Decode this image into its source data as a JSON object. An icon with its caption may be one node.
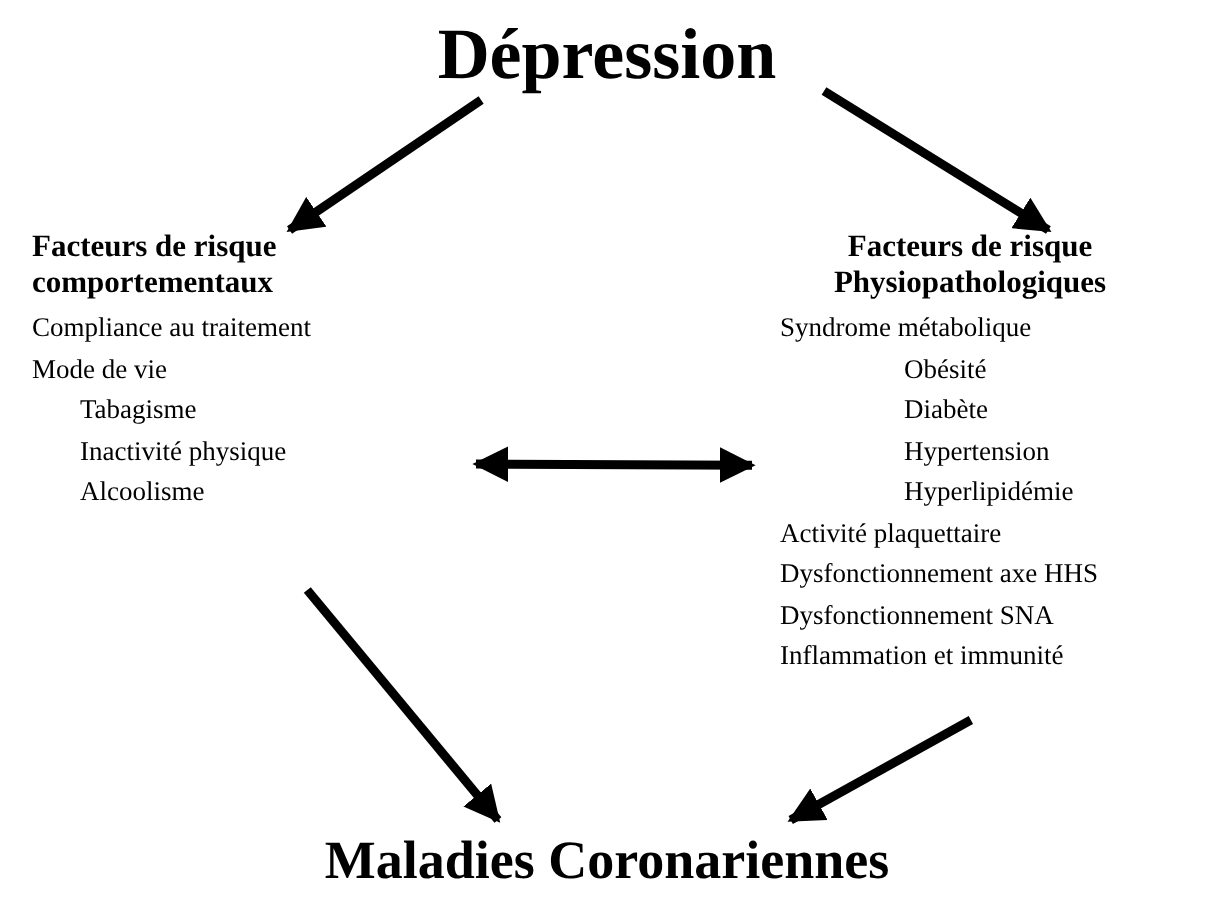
{
  "diagram": {
    "nodes": [
      {
        "text": [
          "Dépression"
        ]
      },
      {
        "text": [
          "Facteurs de risque comportementaux",
          "Compliance au traitement",
          "Mode de vie",
          "Tabagisme",
          "Inactivité physique",
          "Alcoolisme"
        ]
      },
      {
        "text": [
          "Facteurs de risque Physiopathologiques",
          "Syndrome métabolique",
          "Obésité",
          "Diabète",
          "Hypertension",
          "Hyperlipidémie",
          "Activité plaquettaire",
          "Dysfonctionnement axe HHS",
          "Dysfonctionnement SNA",
          "Inflammation et immunité"
        ]
      },
      {
        "text": [
          "Maladies Coronariennes"
        ]
      }
    ],
    "edges": [
      {
        "from": 0,
        "to": 1,
        "arrow": "to"
      },
      {
        "from": 0,
        "to": 2,
        "arrow": "to"
      },
      {
        "from": 1,
        "to": 2,
        "arrow": "both"
      },
      {
        "from": 1,
        "to": 3,
        "arrow": "to"
      },
      {
        "from": 2,
        "to": 3,
        "arrow": "to"
      }
    ]
  }
}
